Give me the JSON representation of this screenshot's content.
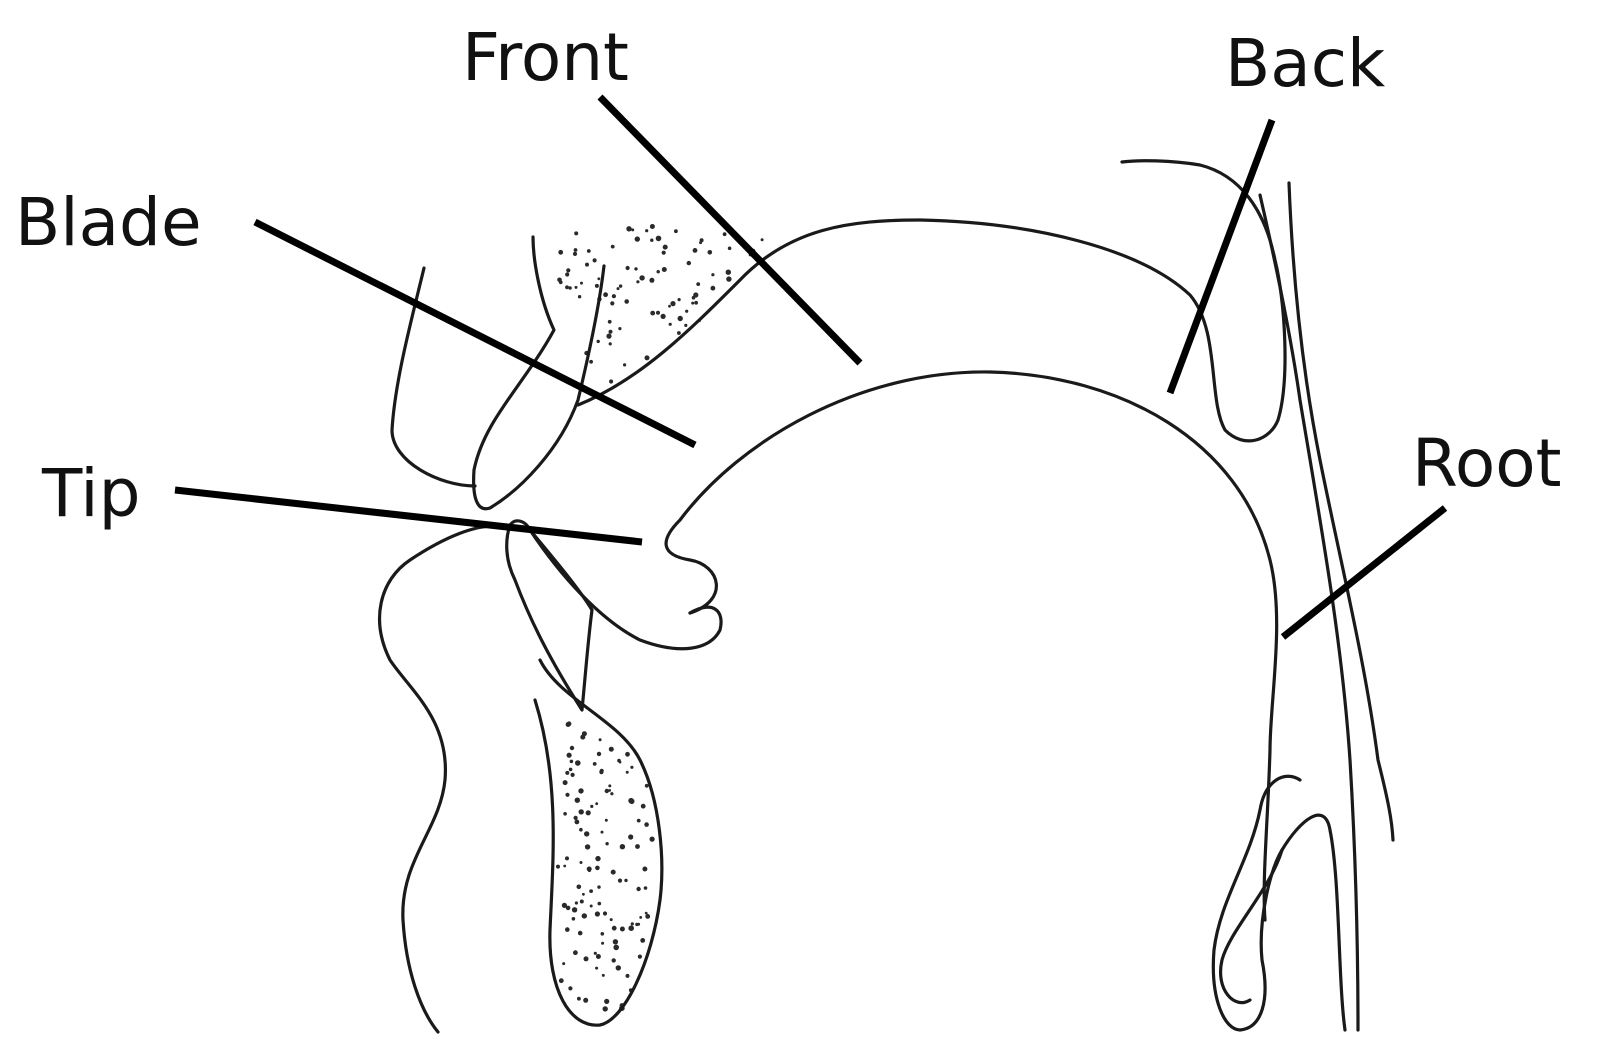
{
  "labels": {
    "front": "Front",
    "back": "Back",
    "blade": "Blade",
    "tip": "Tip",
    "root": "Root"
  }
}
